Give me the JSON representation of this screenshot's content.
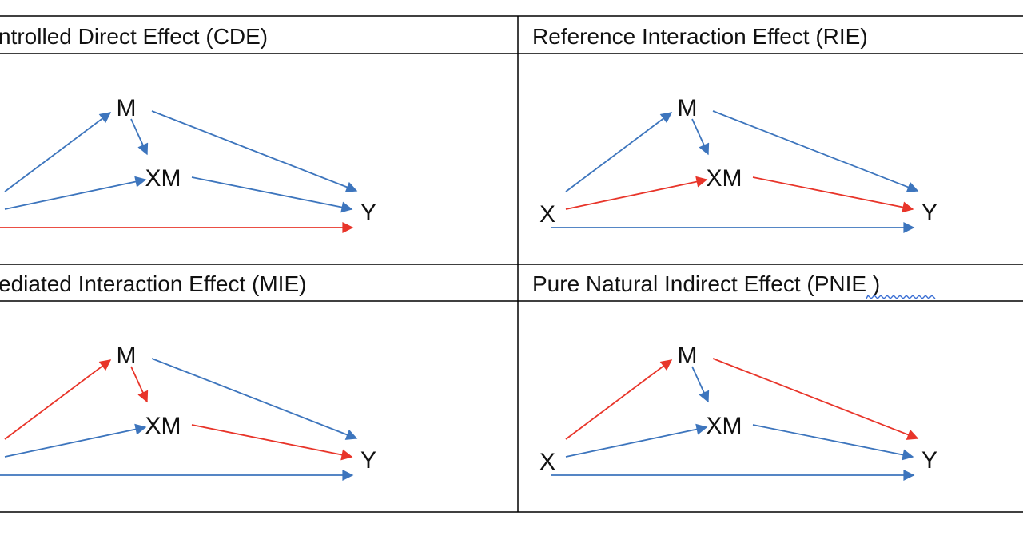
{
  "colors": {
    "red": "#e8352a",
    "blue": "#3d75bd",
    "grid": "#000000",
    "squiggle": "#3b6fd4"
  },
  "panels": [
    {
      "title": "ntrolled Direct Effect (CDE)",
      "nodes": {
        "M": "M",
        "XM": "XM",
        "Y": "Y",
        "X": ""
      },
      "edges": {
        "x_m": "blue",
        "m_xm": "blue",
        "m_y": "blue",
        "x_xm": "blue",
        "xm_y": "blue",
        "x_y": "red"
      }
    },
    {
      "title": "Reference Interaction Effect (RIE)",
      "nodes": {
        "M": "M",
        "XM": "XM",
        "Y": "Y",
        "X": "X"
      },
      "edges": {
        "x_m": "blue",
        "m_xm": "blue",
        "m_y": "blue",
        "x_xm": "red",
        "xm_y": "red",
        "x_y": "blue"
      }
    },
    {
      "title": "ediated Interaction Effect (MIE)",
      "nodes": {
        "M": "M",
        "XM": "XM",
        "Y": "Y",
        "X": ""
      },
      "edges": {
        "x_m": "red",
        "m_xm": "red",
        "m_y": "blue",
        "x_xm": "blue",
        "xm_y": "red",
        "x_y": "blue"
      }
    },
    {
      "title": "Pure Natural Indirect Effect (PNIE )",
      "nodes": {
        "M": "M",
        "XM": "XM",
        "Y": "Y",
        "X": "X"
      },
      "edges": {
        "x_m": "red",
        "m_xm": "blue",
        "m_y": "red",
        "x_xm": "blue",
        "xm_y": "blue",
        "x_y": "blue"
      }
    }
  ]
}
